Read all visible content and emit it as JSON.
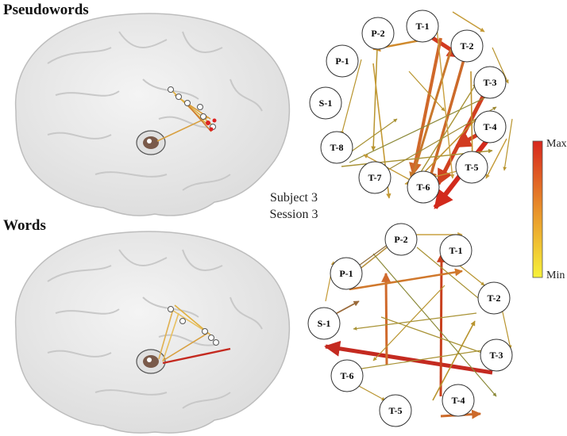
{
  "panels": {
    "top_title": "Pseudowords",
    "bottom_title": "Words"
  },
  "center_label": {
    "line1": "Subject 3",
    "line2": "Session 3"
  },
  "colorbar": {
    "max_label": "Max",
    "min_label": "Min",
    "high_color": "#d7261e",
    "mid_color": "#e8902a",
    "low_color": "#f7f23a"
  },
  "pseudowords_network": {
    "nodes": [
      "P-2",
      "T-1",
      "T-2",
      "P-1",
      "T-3",
      "S-1",
      "T-4",
      "T-8",
      "T-5",
      "T-7",
      "T-6"
    ]
  },
  "words_network": {
    "nodes": [
      "P-2",
      "T-1",
      "P-1",
      "T-2",
      "S-1",
      "T-3",
      "T-6",
      "T-4",
      "T-5"
    ]
  }
}
